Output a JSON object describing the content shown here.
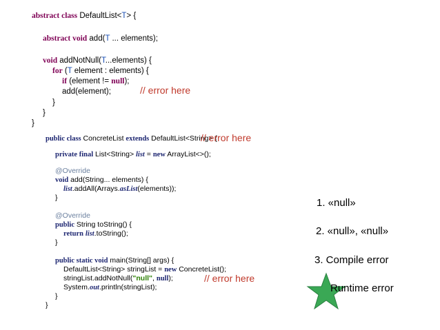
{
  "code_top": {
    "l1_kw": "abstract class",
    "l1_name": " DefaultList<",
    "l1_t": "T",
    "l1_end": "> {",
    "l2_kw": "abstract void",
    "l2_name": " add(",
    "l2_t": "T",
    "l2_end": " ... elements);",
    "l3_kw": "void",
    "l3_name": " addNotNull(",
    "l3_t": "T",
    "l3_end": "...elements) {",
    "l4_kw": "for",
    "l4_a": " (",
    "l4_t": "T",
    "l4_end": " element : elements) {",
    "l5_kw": "if",
    "l5_a": " (element != ",
    "l5_null": "null",
    "l5_end": ");",
    "l6": "add(element);",
    "brace_close": "}"
  },
  "code_bottom": {
    "l1_kw": "public class",
    "l1_name": " ConcreteList ",
    "l1_ext": "extends",
    "l1_end": " DefaultList<String> {",
    "l2_kw": "private final",
    "l2_a": " List<String> ",
    "l2_field": "list",
    "l2_b": " = ",
    "l2_new": "new",
    "l2_end": " ArrayList<>();",
    "override": "@Override",
    "l3_kw": "void",
    "l3_end": " add(String... elements) {",
    "l4_field": "list",
    "l4_a": ".addAll(Arrays.",
    "l4_it": "asList",
    "l4_end": "(elements));",
    "brace_close": "}",
    "l5_kw": "public",
    "l5_end": " String toString() {",
    "l6_kw": "return",
    "l6_field": "list",
    "l6_end": ".toString();",
    "l7_kw": "public static void",
    "l7_end": " main(String[] args) {",
    "l8_a": "DefaultList<String> stringList = ",
    "l8_new": "new",
    "l8_end": " ConcreteList();",
    "l9_a": "stringList.addNotNull(",
    "l9_str": "\"null\"",
    "l9_b": ", ",
    "l9_null": "null",
    "l9_end": ");",
    "l10_a": "System.",
    "l10_it": "out",
    "l10_end": ".println(stringList);"
  },
  "errors": {
    "e1": "// error here",
    "e2": "// error here",
    "e3": "// error here"
  },
  "options": [
    "1.  «null»",
    "2. «null», «null»",
    "3. Compile error",
    "Runtime error"
  ],
  "colors": {
    "keyword": "#7f0055",
    "error": "#c0392b",
    "star": "#3aa855"
  },
  "icons": {
    "answer_marker": "star-icon"
  }
}
